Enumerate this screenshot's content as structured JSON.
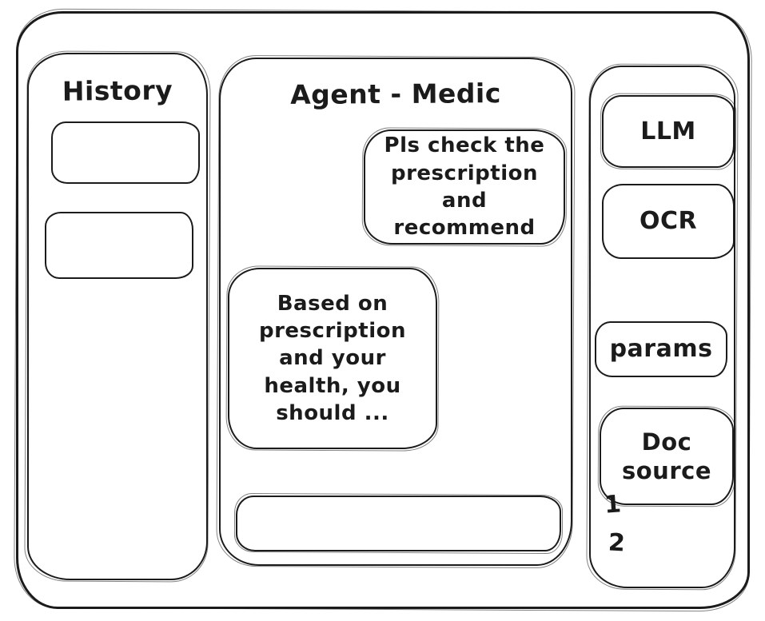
{
  "window": {
    "ink_color": "#1b1b1b",
    "background_color": "#ffffff"
  },
  "history_panel": {
    "title": "History",
    "items": [
      {
        "label": ""
      },
      {
        "label": ""
      }
    ]
  },
  "chat_panel": {
    "title": "Agent - Medic",
    "messages": [
      {
        "role": "user",
        "text": "Pls check the prescription and recommend"
      },
      {
        "role": "agent",
        "text": "Based on prescription and your health, you should ..."
      }
    ],
    "input": {
      "value": "",
      "placeholder": ""
    }
  },
  "tools_panel": {
    "buttons": [
      {
        "label": "LLM"
      },
      {
        "label": "OCR"
      },
      {
        "label": "params"
      },
      {
        "label": "Doc source"
      }
    ],
    "doc_source_list": [
      "1",
      "2"
    ]
  }
}
